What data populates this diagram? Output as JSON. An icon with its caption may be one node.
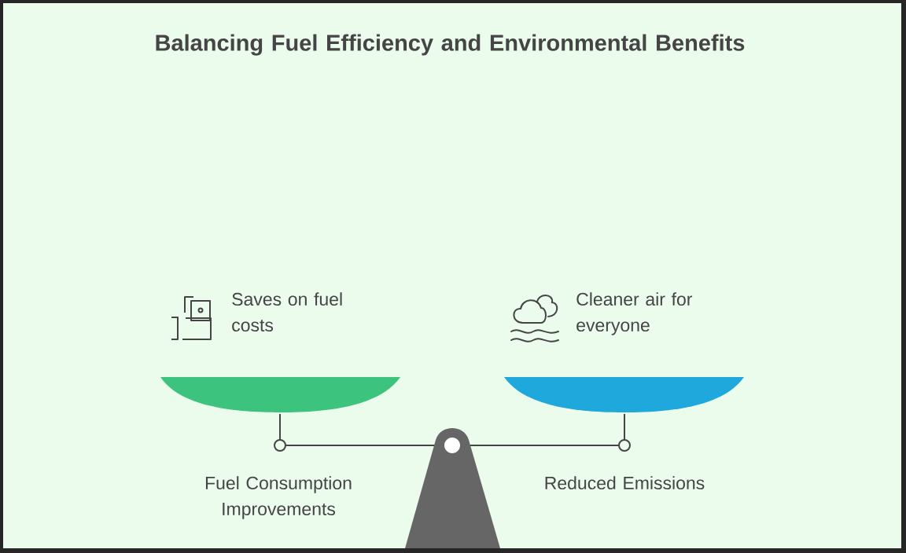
{
  "diagram": {
    "title": "Balancing Fuel Efficiency and Environmental Benefits",
    "labels": [
      "Saves on fuel costs",
      "Cleaner air for everyone",
      "Fuel Consumption Improvements",
      "Reduced Emissions"
    ]
  }
}
